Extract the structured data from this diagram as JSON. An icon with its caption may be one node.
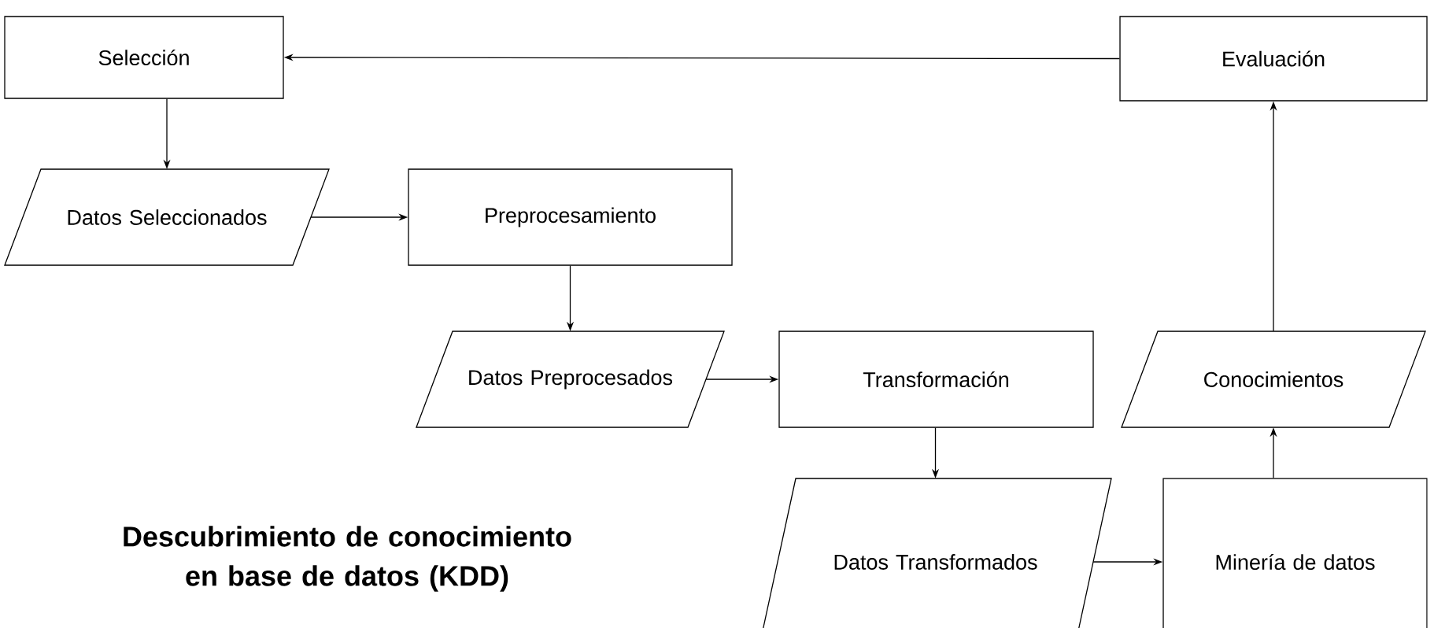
{
  "diagram": {
    "title": "Descubrimiento de conocimiento en base de datos (KDD)",
    "nodes": [
      {
        "text": [
          "Selección"
        ]
      },
      {
        "text": [
          "Evaluación"
        ]
      },
      {
        "text": [
          "Datos Seleccionados"
        ]
      },
      {
        "text": [
          "Preprocesamiento"
        ]
      },
      {
        "text": [
          "Datos Preprocesados"
        ]
      },
      {
        "text": [
          "Transformación"
        ]
      },
      {
        "text": [
          "Conocimientos"
        ]
      },
      {
        "text": [
          "Datos Transformados"
        ]
      },
      {
        "text": [
          "Minería de datos"
        ]
      }
    ],
    "edges": [
      {
        "from": 1,
        "to": 0,
        "arrow": "to"
      },
      {
        "from": 0,
        "to": 2,
        "arrow": "to"
      },
      {
        "from": 2,
        "to": 3,
        "arrow": "to"
      },
      {
        "from": 3,
        "to": 4,
        "arrow": "to"
      },
      {
        "from": 4,
        "to": 5,
        "arrow": "to"
      },
      {
        "from": 5,
        "to": 7,
        "arrow": "to"
      },
      {
        "from": 7,
        "to": 8,
        "arrow": "to"
      },
      {
        "from": 8,
        "to": 6,
        "arrow": "to"
      },
      {
        "from": 6,
        "to": 1,
        "arrow": "to"
      }
    ]
  }
}
